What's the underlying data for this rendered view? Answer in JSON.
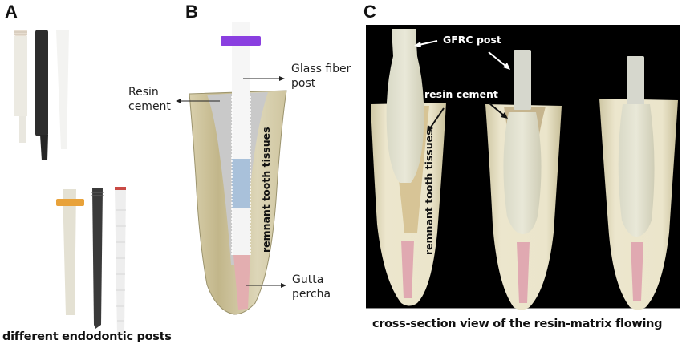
{
  "figure": {
    "panels": [
      {
        "letter": "A",
        "caption": "different endodontic posts"
      },
      {
        "letter": "B",
        "labels": {
          "resin_cement_line1": "Resin",
          "resin_cement_line2": "cement",
          "glass_fiber_line1": "Glass fiber",
          "glass_fiber_line2": "post",
          "remnant": "remnant tooth tissues",
          "gutta_line1": "Gutta",
          "gutta_line2": "percha"
        }
      },
      {
        "letter": "C",
        "caption": "cross-section view of the resin-matrix flowing",
        "labels": {
          "gfrc": "GFRC post",
          "resin_cement": "resin cement",
          "remnant": "remnant tooth tissues"
        }
      }
    ],
    "colors": {
      "background": "#ffffff",
      "photo_background": "#000000",
      "tooth": "#e3dcc0",
      "tooth_shadow": "#bdb38a",
      "resin_gray": "#c8c8c8",
      "post_white": "#f4f4f4",
      "post_blue": "#a9c1da",
      "gutta_pink": "#e3aeb0",
      "stopper_purple": "#8a3fe0",
      "stopper_orange": "#e8a23a",
      "post_black": "#2d2d2d",
      "post_ivory": "#e8e4d6"
    }
  }
}
